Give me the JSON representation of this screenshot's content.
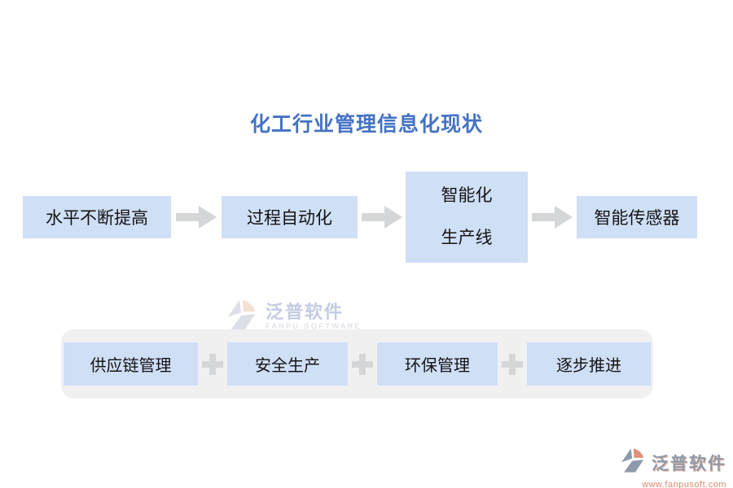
{
  "title": "化工行业管理信息化现状",
  "colors": {
    "title_blue": "#4472C4",
    "box_fill": "#cfdff6",
    "box_text": "#141414",
    "arrow_gray": "#d5d6d8",
    "panel_bg": "#f0f0f1",
    "brand_salmon": "#e08a6e",
    "brand_gray": "#8e9aa9",
    "watermark_blue": "#b9c4de"
  },
  "flow": {
    "steps": [
      {
        "label": "水平不断提高"
      },
      {
        "label": "过程自动化"
      },
      {
        "label": "智能化生产线",
        "line1": "智能化",
        "line2": "生产线"
      },
      {
        "label": "智能传感器"
      }
    ]
  },
  "bottom_panel": {
    "items": [
      {
        "label": "供应链管理"
      },
      {
        "label": "安全生产"
      },
      {
        "label": "环保管理"
      },
      {
        "label": "逐步推进"
      }
    ]
  },
  "watermark": {
    "brand": "泛普软件",
    "subtitle": "FANPU SOFTWARE"
  },
  "footer_logo": {
    "brand": "泛普软件",
    "url": "www.fanpusoft.com"
  }
}
